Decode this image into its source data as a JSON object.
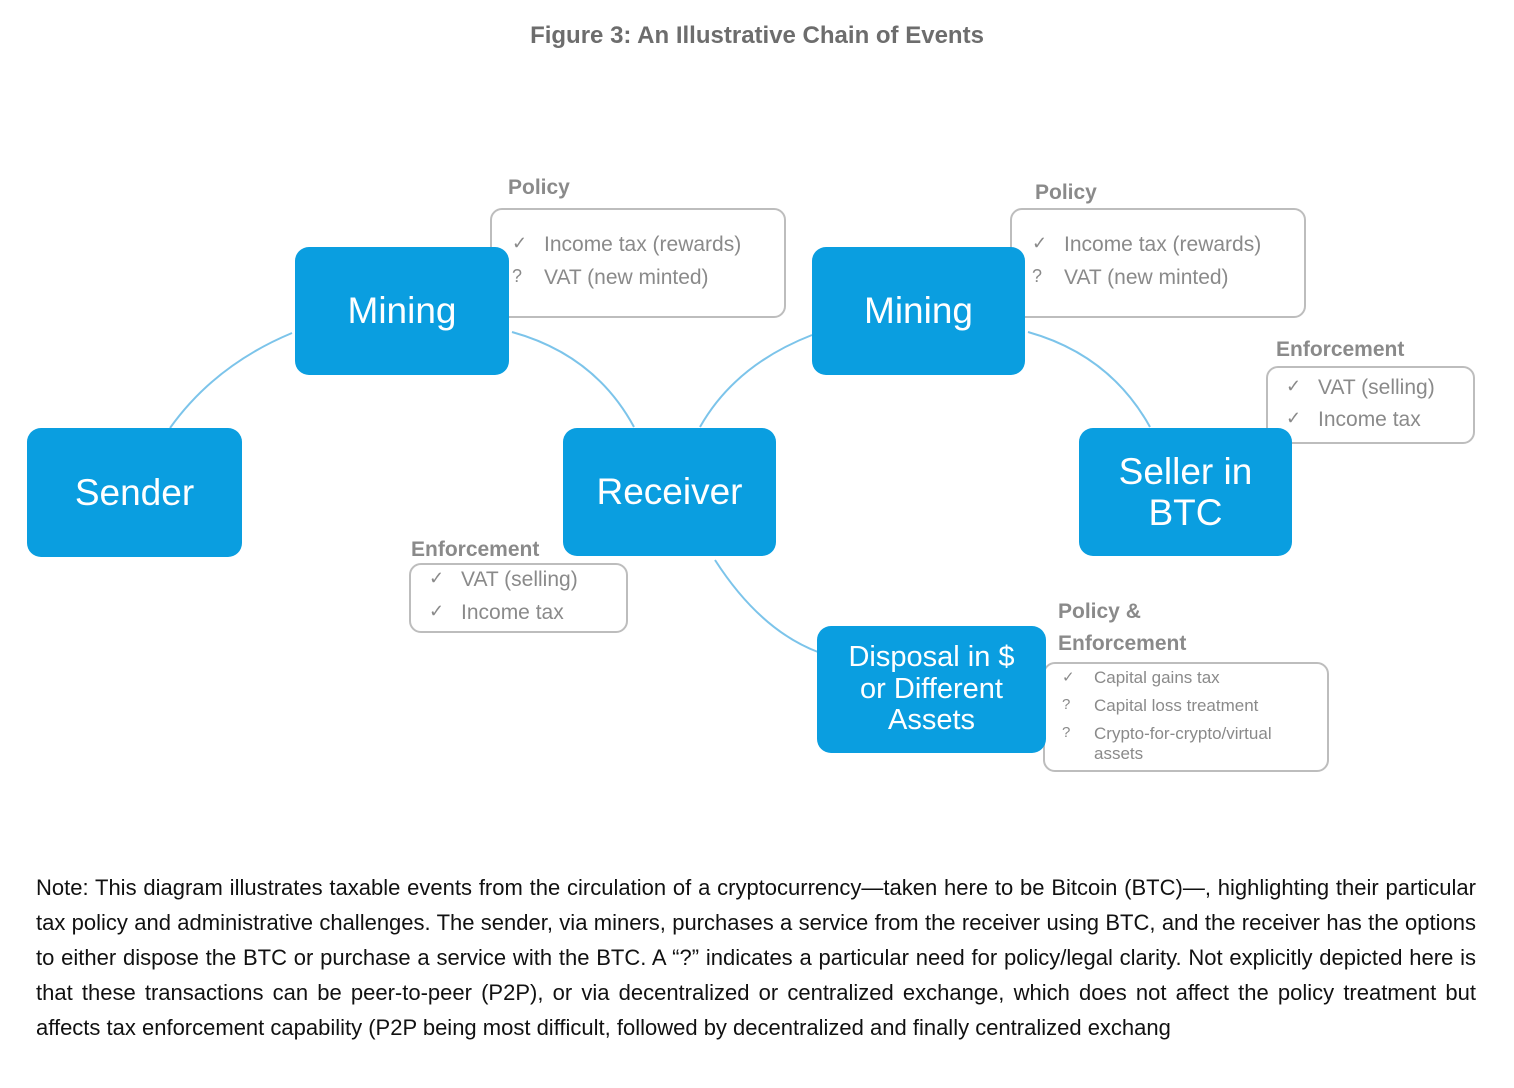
{
  "figure_title": "Figure 3: An Illustrative Chain of Events",
  "nodes": {
    "sender": "Sender",
    "mining_left": "Mining",
    "receiver": "Receiver",
    "mining_right": "Mining",
    "seller_line1": "Seller in",
    "seller_line2": "BTC",
    "disposal_line1": "Disposal in $",
    "disposal_line2": "or Different",
    "disposal_line3": "Assets"
  },
  "callouts": {
    "policy_left": {
      "label": "Policy",
      "items": [
        {
          "mark": "✓",
          "text": "Income tax (rewards)"
        },
        {
          "mark": "?",
          "text": "VAT (new minted)"
        }
      ]
    },
    "policy_right": {
      "label": "Policy",
      "items": [
        {
          "mark": "✓",
          "text": "Income tax (rewards)"
        },
        {
          "mark": "?",
          "text": "VAT (new minted)"
        }
      ]
    },
    "enforcement_receiver": {
      "label": "Enforcement",
      "items": [
        {
          "mark": "✓",
          "text": "VAT (selling)"
        },
        {
          "mark": "✓",
          "text": "Income tax"
        }
      ]
    },
    "enforcement_seller": {
      "label": "Enforcement",
      "items": [
        {
          "mark": "✓",
          "text": "VAT (selling)"
        },
        {
          "mark": "✓",
          "text": "Income tax"
        }
      ]
    },
    "policy_enforcement_disposal": {
      "label_line1": "Policy &",
      "label_line2": "Enforcement",
      "items": [
        {
          "mark": "✓",
          "text": "Capital gains tax"
        },
        {
          "mark": "?",
          "text": "Capital loss treatment"
        },
        {
          "mark": "?",
          "text": "Crypto-for-crypto/virtual"
        }
      ],
      "item_continuation": "assets"
    }
  },
  "colors": {
    "node_fill": "#0a9ee0",
    "connector": "#7cc4ea",
    "callout_text": "#8a8a8a",
    "callout_border": "#bdbdbd"
  },
  "note": "Note: This diagram illustrates taxable events from the circulation of a cryptocurrency—taken here to be Bitcoin (BTC)—, highlighting their particular tax policy and administrative challenges. The sender, via miners, purchases a service from the receiver using BTC, and the receiver has the options to either dispose the BTC or purchase a service with the BTC. A “?” indicates a particular need for policy/legal clarity. Not explicitly depicted here is that these transactions can be peer-to-peer (P2P), or via decentralized or centralized exchange, which does not affect the policy treatment but affects tax enforcement capability (P2P being most difficult, followed by decentralized and finally centralized exchang"
}
